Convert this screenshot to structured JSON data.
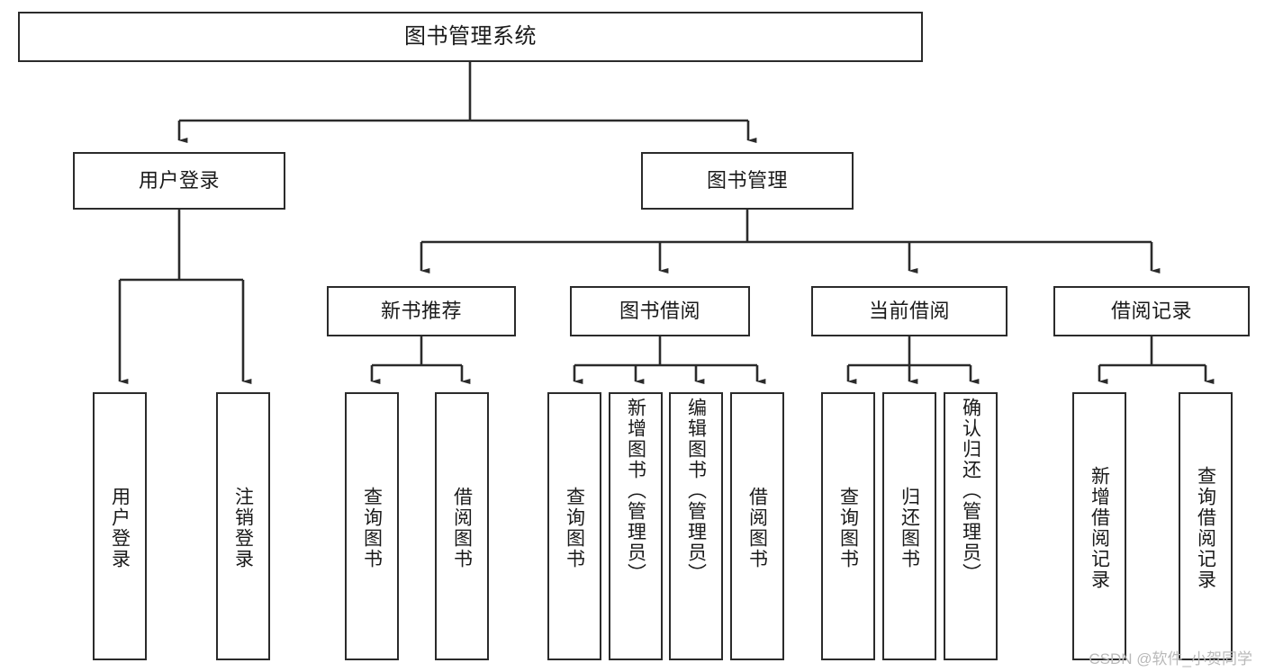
{
  "diagram": {
    "type": "tree-hierarchy-chart",
    "title": "图书管理系统",
    "watermark": "CSDN @软件_小贺同学",
    "colors": {
      "stroke": "#2b2b2b",
      "fill": "#ffffff",
      "text": "#1a1a1a",
      "watermark": "#b9b9b9"
    },
    "nodes": {
      "root": "图书管理系统",
      "level2": {
        "user_login": "用户登录",
        "book_manage": "图书管理"
      },
      "level3": {
        "new_book_rec": "新书推荐",
        "book_borrow": "图书借阅",
        "current_borrow": "当前借阅",
        "borrow_record": "借阅记录"
      },
      "leaves": {
        "user_login_1": "用户登录",
        "user_login_2": "注销登录",
        "new_book_rec_1": "查询图书",
        "new_book_rec_2": "借阅图书",
        "book_borrow_1": "查询图书",
        "book_borrow_2": "新增图书（管理员）",
        "book_borrow_3": "编辑图书（管理员）",
        "book_borrow_4": "借阅图书",
        "current_borrow_1": "查询图书",
        "current_borrow_2": "归还图书",
        "current_borrow_3": "确认归还（管理员）",
        "borrow_record_1": "新增借阅记录",
        "borrow_record_2": "查询借阅记录"
      }
    }
  }
}
